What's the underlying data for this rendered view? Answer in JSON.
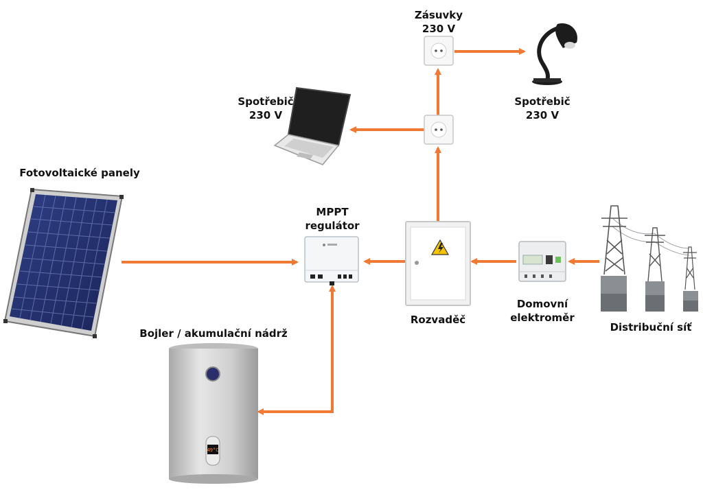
{
  "labels": {
    "outlets": {
      "line1": "Zásuvky",
      "line2": "230 V"
    },
    "appliance_lamp": {
      "line1": "Spotřebič",
      "line2": "230 V"
    },
    "appliance_laptop": {
      "line1": "Spotřebič",
      "line2": "230 V"
    },
    "pv_panels": "Fotovoltaické panely",
    "mppt": {
      "line1": "MPPT",
      "line2": "regulátor"
    },
    "switchboard": "Rozvaděč",
    "meter": {
      "line1": "Domovní",
      "line2": "elektroměr"
    },
    "grid": "Distribuční síť",
    "boiler": "Bojler / akumulační nádrž",
    "boiler_display": "49°C"
  },
  "colors": {
    "arrow": "#f07a34",
    "panel_cell": "#23316e",
    "boiler_body": "#c9c9c9",
    "warning": "#f5c400"
  }
}
